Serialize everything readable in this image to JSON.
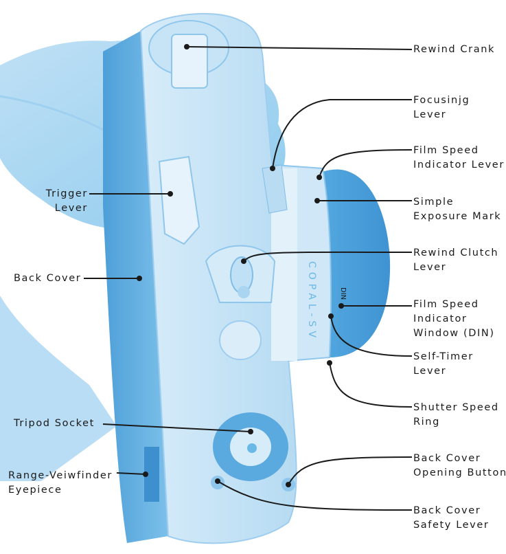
{
  "colors": {
    "photo_blue": "#6ab8e6",
    "photo_light": "#cfe8f7",
    "photo_dark": "#3d8fce",
    "leader_line": "#1a1a1a"
  },
  "labels": {
    "rewind_crank": [
      "Rewind Crank"
    ],
    "focusing_lever": [
      "Focusinjg",
      "Lever"
    ],
    "film_speed_indicator_lever": [
      "Film Speed",
      "Indicator Lever"
    ],
    "simple_exposure_mark": [
      "Simple",
      "Exposure Mark"
    ],
    "rewind_clutch_lever": [
      "Rewind Clutch",
      "Lever"
    ],
    "film_speed_indicator_window": [
      "Film Speed",
      "Indicator",
      "Window (DIN)"
    ],
    "self_timer_lever": [
      "Self-Timer",
      "Lever"
    ],
    "shutter_speed_ring": [
      "Shutter Speed",
      "Ring"
    ],
    "back_cover_opening_button": [
      "Back Cover",
      "Opening Button"
    ],
    "back_cover_safety_lever": [
      "Back Cover",
      "Safety Lever"
    ],
    "trigger_lever": [
      "Trigger",
      "Lever"
    ],
    "back_cover": [
      "Back Cover"
    ],
    "tripod_socket": [
      "Tripod Socket"
    ],
    "range_viewfinder_eyepiece": [
      "Range-Veiwfinder",
      "Eyepiece"
    ]
  },
  "lens_text": {
    "copal": "COPAL-SV",
    "din": "DIN"
  }
}
